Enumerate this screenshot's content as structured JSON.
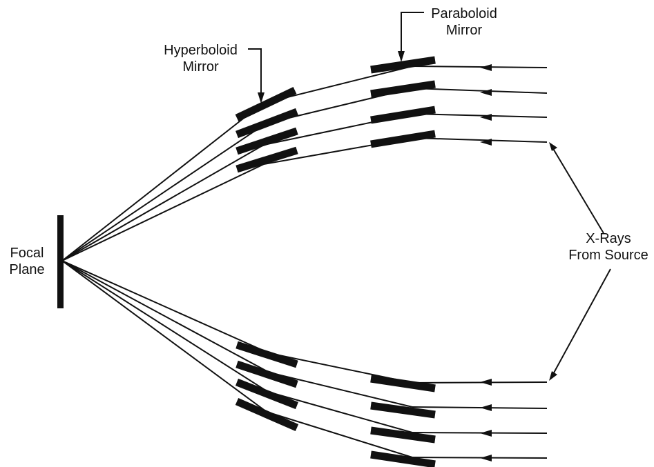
{
  "labels": {
    "focal_plane": [
      "Focal",
      "Plane"
    ],
    "hyperboloid_mirror": [
      "Hyperboloid",
      "Mirror"
    ],
    "paraboloid_mirror": [
      "Paraboloid",
      "Mirror"
    ],
    "xrays_from_source": [
      "X-Rays",
      "From Source"
    ]
  },
  "colors": {
    "ink": "#111111",
    "background": "#ffffff"
  }
}
